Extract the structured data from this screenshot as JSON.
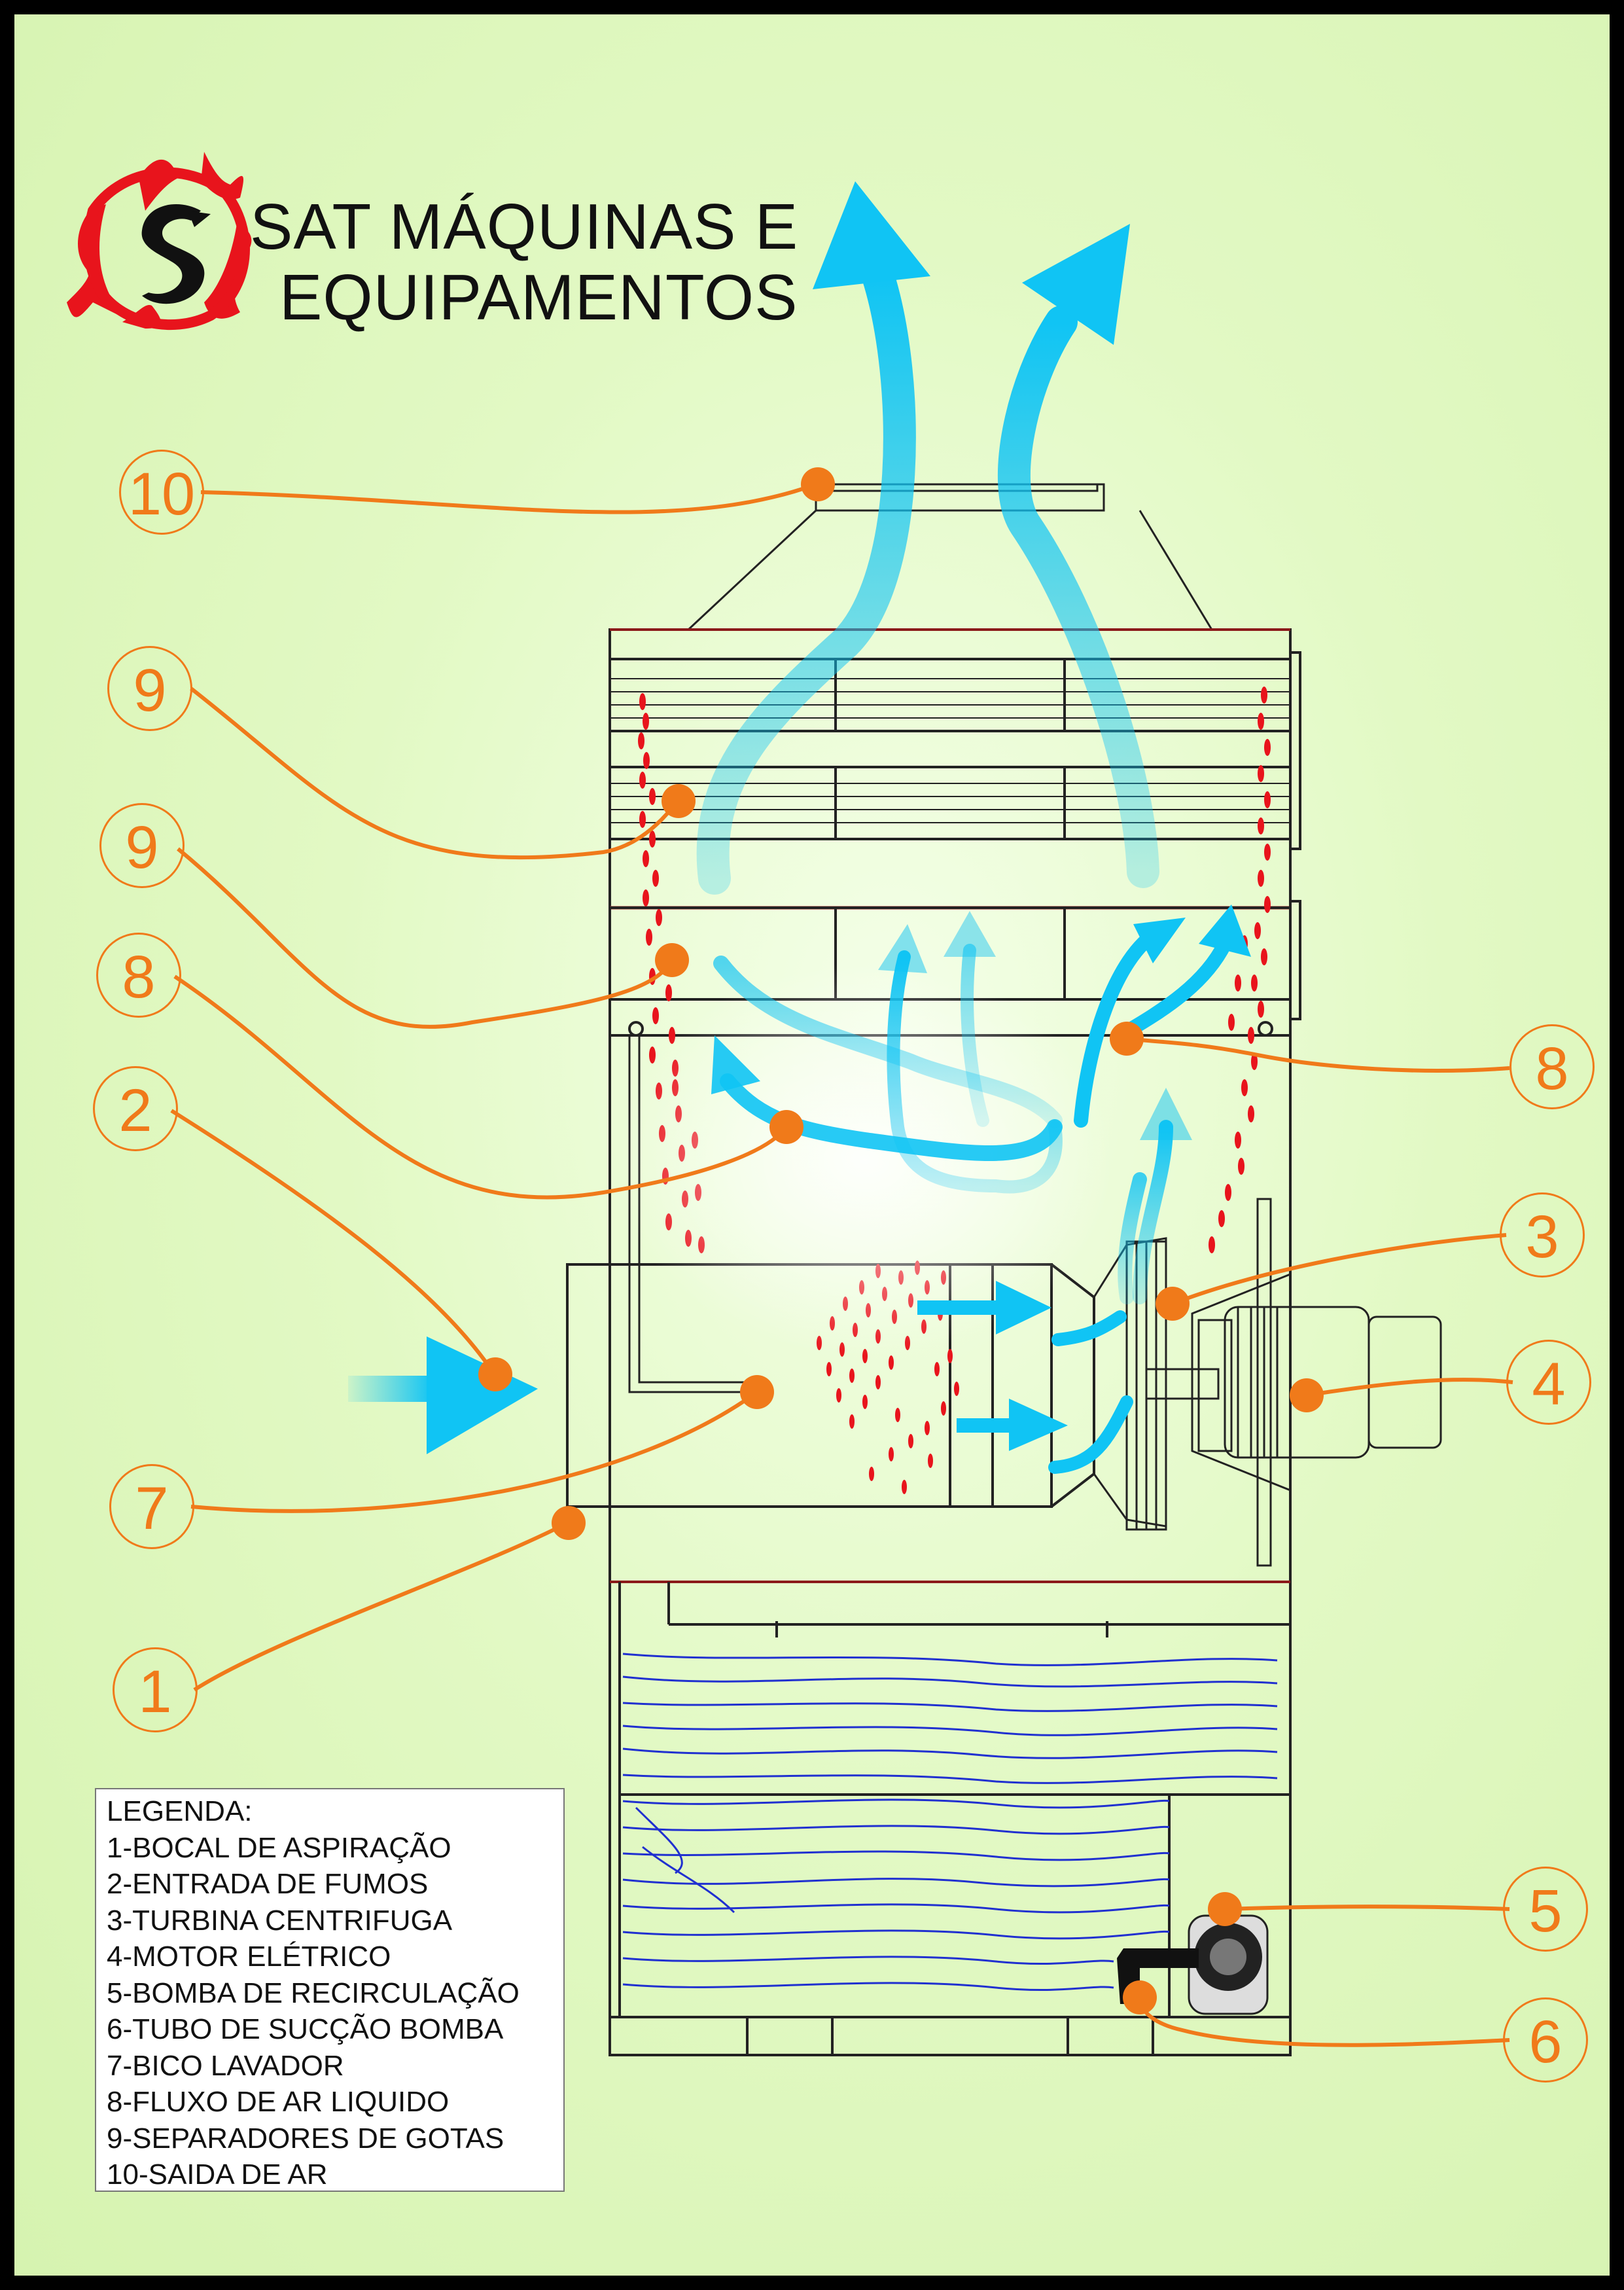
{
  "brand": {
    "line1": "SAT MÁQUINAS E",
    "line2": "EQUIPAMENTOS",
    "logo_colors": {
      "red": "#e8141c",
      "black": "#111111"
    }
  },
  "colors": {
    "background": "#dff7c0",
    "frame": "#000000",
    "callout": "#f07a1a",
    "air_flow": "#10c4f4",
    "water": "#2030d0",
    "droplets": "#e8141c",
    "outline": "#222222"
  },
  "callouts": [
    {
      "id": "10",
      "label": "10"
    },
    {
      "id": "9a",
      "label": "9"
    },
    {
      "id": "9b",
      "label": "9"
    },
    {
      "id": "8a",
      "label": "8"
    },
    {
      "id": "2",
      "label": "2"
    },
    {
      "id": "7",
      "label": "7"
    },
    {
      "id": "1",
      "label": "1"
    },
    {
      "id": "8b",
      "label": "8"
    },
    {
      "id": "3",
      "label": "3"
    },
    {
      "id": "4",
      "label": "4"
    },
    {
      "id": "5",
      "label": "5"
    },
    {
      "id": "6",
      "label": "6"
    }
  ],
  "legend": {
    "title": "LEGENDA:",
    "items": [
      "1-BOCAL DE ASPIRAÇÃO",
      "2-ENTRADA DE FUMOS",
      "3-TURBINA CENTRIFUGA",
      "4-MOTOR ELÉTRICO",
      "5-BOMBA DE RECIRCULAÇÃO",
      "6-TUBO DE SUCÇÃO BOMBA",
      "7-BICO LAVADOR",
      "8-FLUXO DE AR LIQUIDO",
      "9-SEPARADORES DE GOTAS",
      "10-SAIDA DE AR"
    ]
  }
}
